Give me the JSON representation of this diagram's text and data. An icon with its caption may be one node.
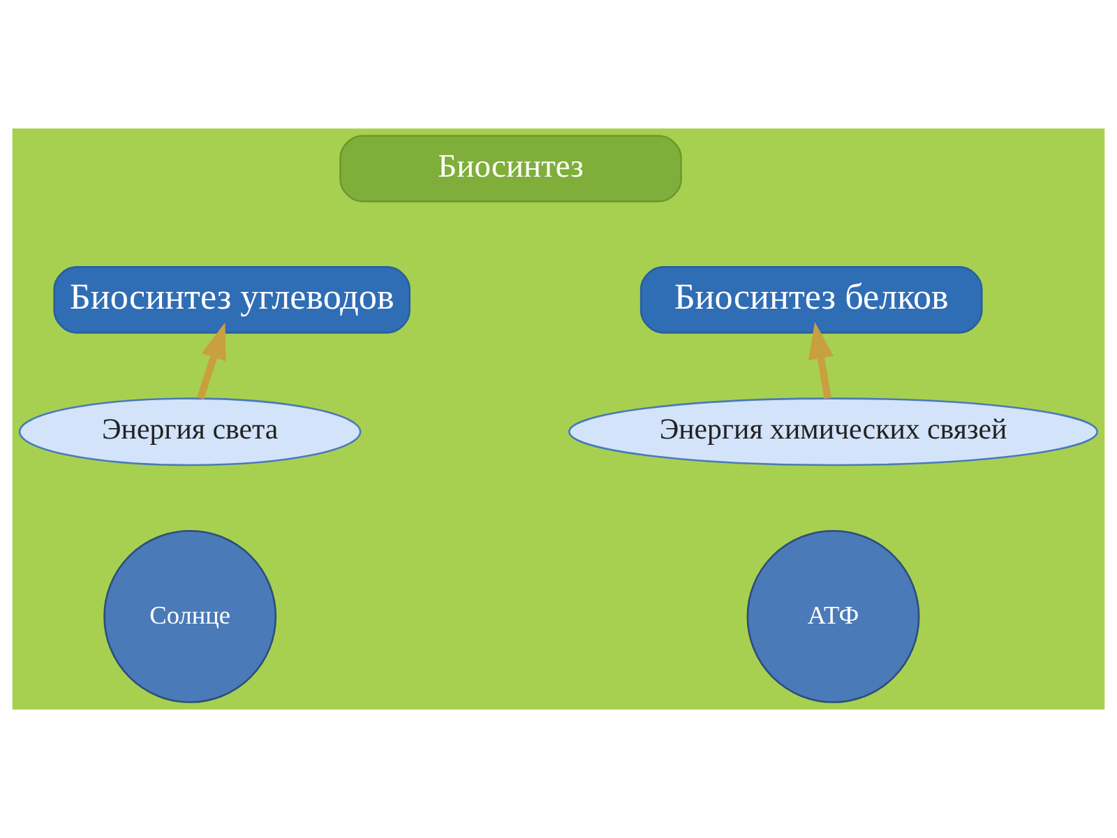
{
  "diagram": {
    "nodes": [
      {
        "text": [
          "Биосинтез"
        ]
      },
      {
        "text": [
          "Биосинтез углеводов"
        ]
      },
      {
        "text": [
          "Биосинтез белков"
        ]
      },
      {
        "text": [
          "Энергия света"
        ]
      },
      {
        "text": [
          "Энергия химических связей"
        ]
      },
      {
        "text": [
          "Солнце"
        ]
      },
      {
        "text": [
          "АТФ"
        ]
      }
    ],
    "edges": [
      {
        "from": 3,
        "to": 1,
        "arrow": "to"
      },
      {
        "from": 4,
        "to": 2,
        "arrow": "to"
      }
    ]
  }
}
